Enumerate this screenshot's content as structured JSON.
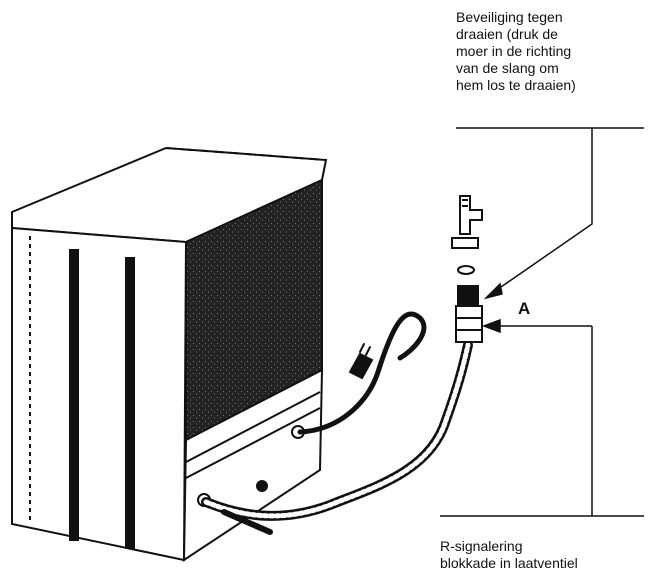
{
  "labels": {
    "top_callout": [
      "Beveiliging tegen",
      "draaien (druk de",
      "moer in de richting",
      "van de slang om",
      "hem los te draaien)"
    ],
    "marker": "A",
    "bottom_callout": [
      "R-signalering",
      "blokkade in laatventiel"
    ]
  },
  "colors": {
    "ink": "#111111",
    "panel_dark": "#1e1e1e",
    "background": "#ffffff"
  }
}
